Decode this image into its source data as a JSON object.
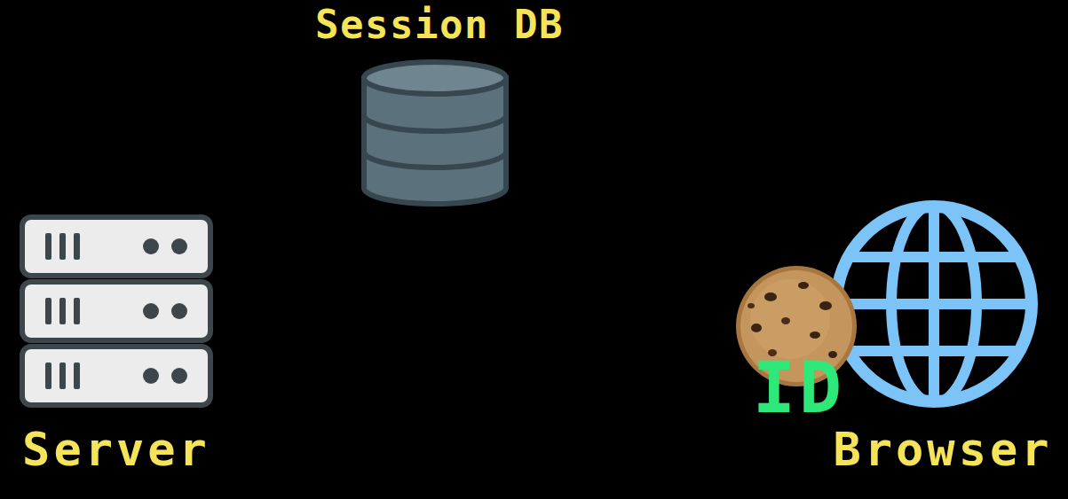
{
  "diagram": {
    "nodes": [
      {
        "text": [
          "Session DB"
        ]
      },
      {
        "text": [
          "Server"
        ]
      },
      {
        "text": [
          "ID"
        ]
      },
      {
        "text": [
          "Browser"
        ]
      }
    ]
  }
}
